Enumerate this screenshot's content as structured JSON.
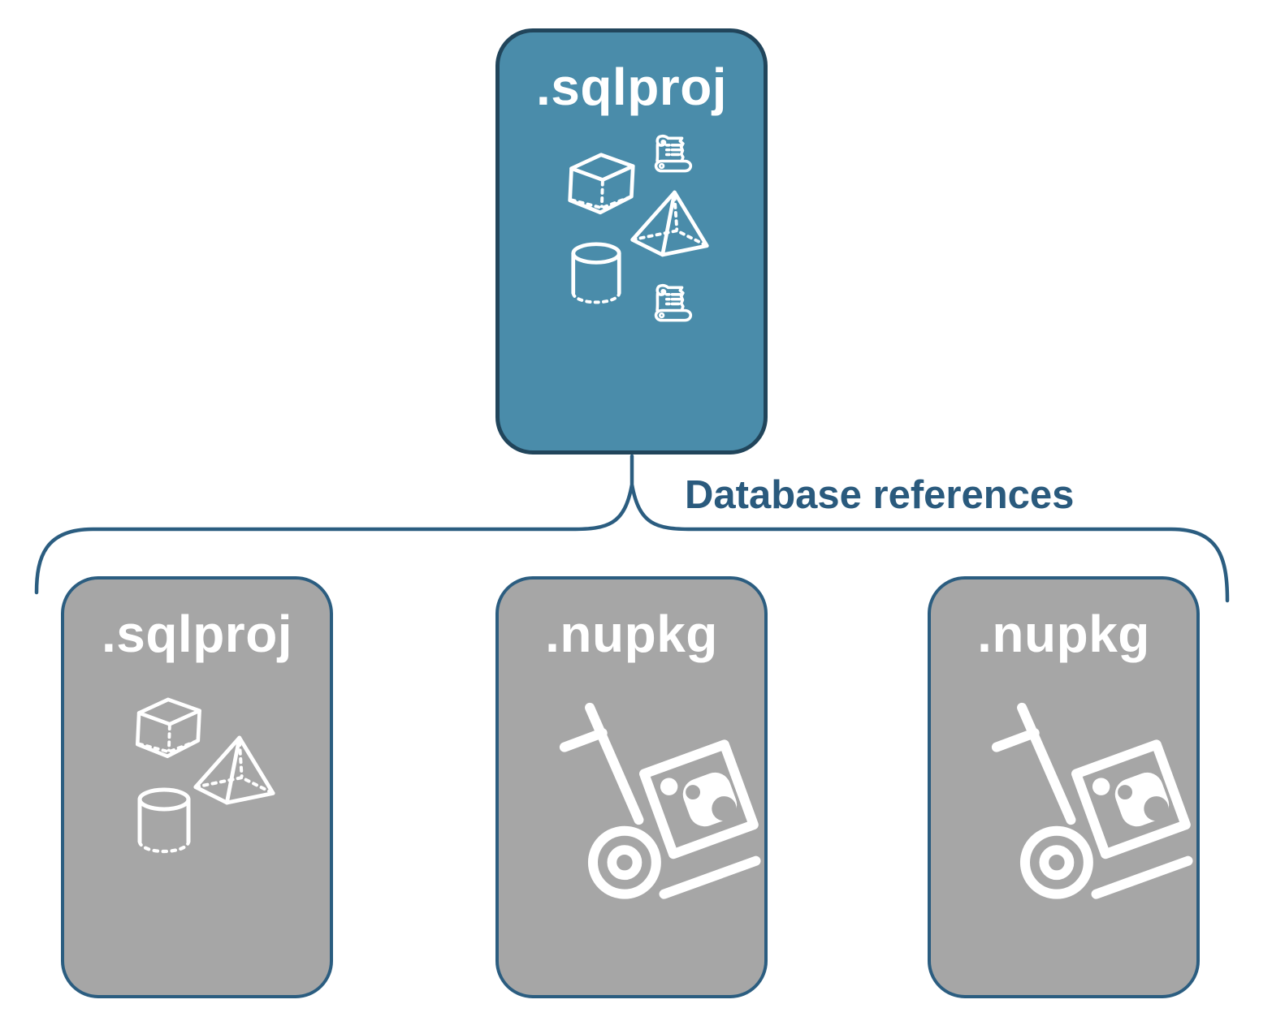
{
  "root": {
    "label": ".sqlproj",
    "icons": [
      "cube-icon",
      "script-scroll-icon",
      "pyramid-icon",
      "database-cylinder-icon",
      "script-scroll-icon"
    ]
  },
  "connector_label": "Database references",
  "children": [
    {
      "label": ".sqlproj",
      "icons": [
        "cube-icon",
        "pyramid-icon",
        "database-cylinder-icon"
      ]
    },
    {
      "label": ".nupkg",
      "icons": [
        "nuget-handtruck-icon"
      ]
    },
    {
      "label": ".nupkg",
      "icons": [
        "nuget-handtruck-icon"
      ]
    }
  ],
  "colors": {
    "root_fill": "#4a8caa",
    "root_border": "#21455b",
    "child_fill": "#a6a6a6",
    "child_border": "#2b5d80",
    "connector": "#2b5d80",
    "label_text": "#ffffff",
    "annotation_text": "#2a5a7d",
    "icon_stroke": "#ffffff",
    "background": "#ffffff"
  }
}
